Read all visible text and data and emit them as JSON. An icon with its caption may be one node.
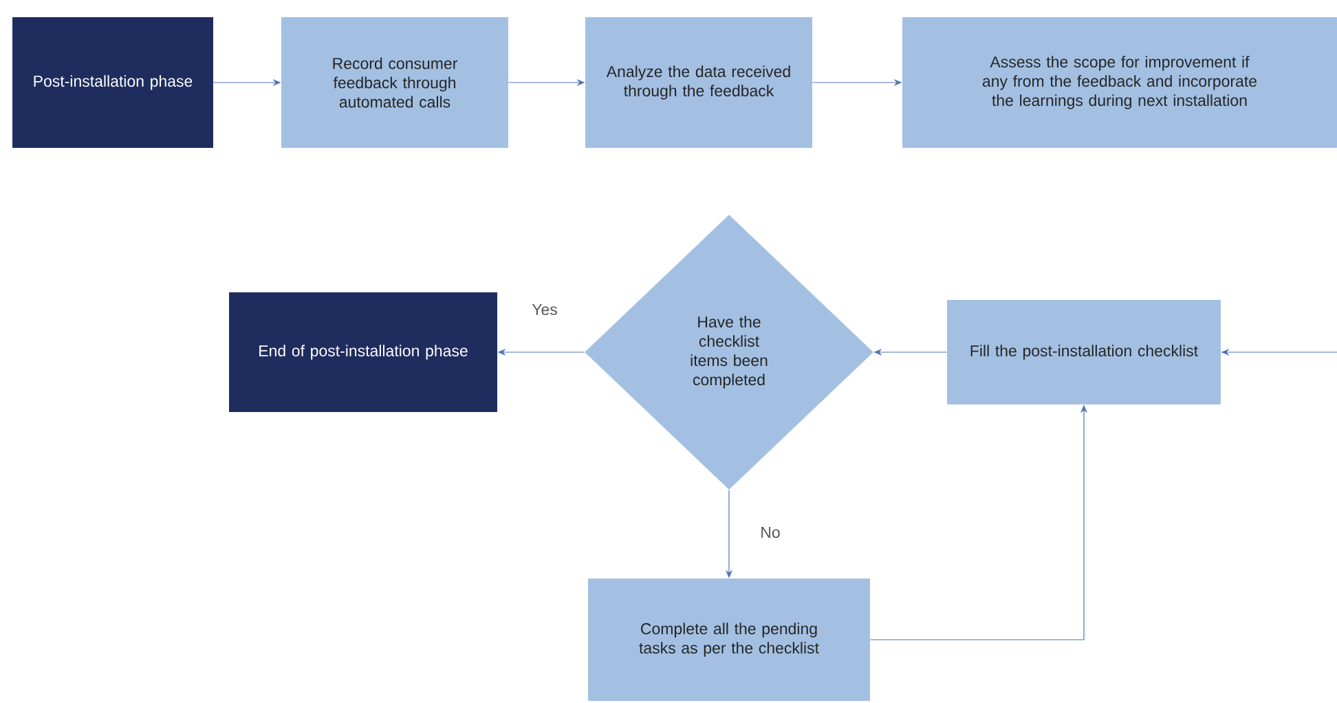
{
  "diagram": {
    "nodes": [
      {
        "text": [
          "Post-installation phase"
        ]
      },
      {
        "text": [
          "Record consumer feedback through automated calls"
        ]
      },
      {
        "text": [
          "Analyze the data received through the feedback"
        ]
      },
      {
        "text": [
          "Assess the scope for improvement if any from the feedback and incorporate the learnings during next installation"
        ]
      },
      {
        "text": [
          "End of post-installation phase"
        ]
      },
      {
        "text": [
          "Have the checklist items been completed"
        ]
      },
      {
        "text": [
          "Fill the post-installation checklist"
        ]
      },
      {
        "text": [
          "Complete all the pending tasks as per the checklist"
        ]
      }
    ],
    "edges": [
      {
        "from": 0,
        "to": 1,
        "arrow": "to"
      },
      {
        "from": 1,
        "to": 2,
        "arrow": "to"
      },
      {
        "from": 2,
        "to": 3,
        "arrow": "to"
      },
      {
        "from": null,
        "to": 6,
        "arrow": "to"
      },
      {
        "from": 6,
        "to": 5,
        "arrow": "to"
      },
      {
        "from": 5,
        "to": 4,
        "arrow": "to",
        "label": "Yes"
      },
      {
        "from": 5,
        "to": 7,
        "arrow": "to",
        "label": "No"
      },
      {
        "from": 7,
        "to": 6,
        "arrow": "to"
      }
    ]
  }
}
